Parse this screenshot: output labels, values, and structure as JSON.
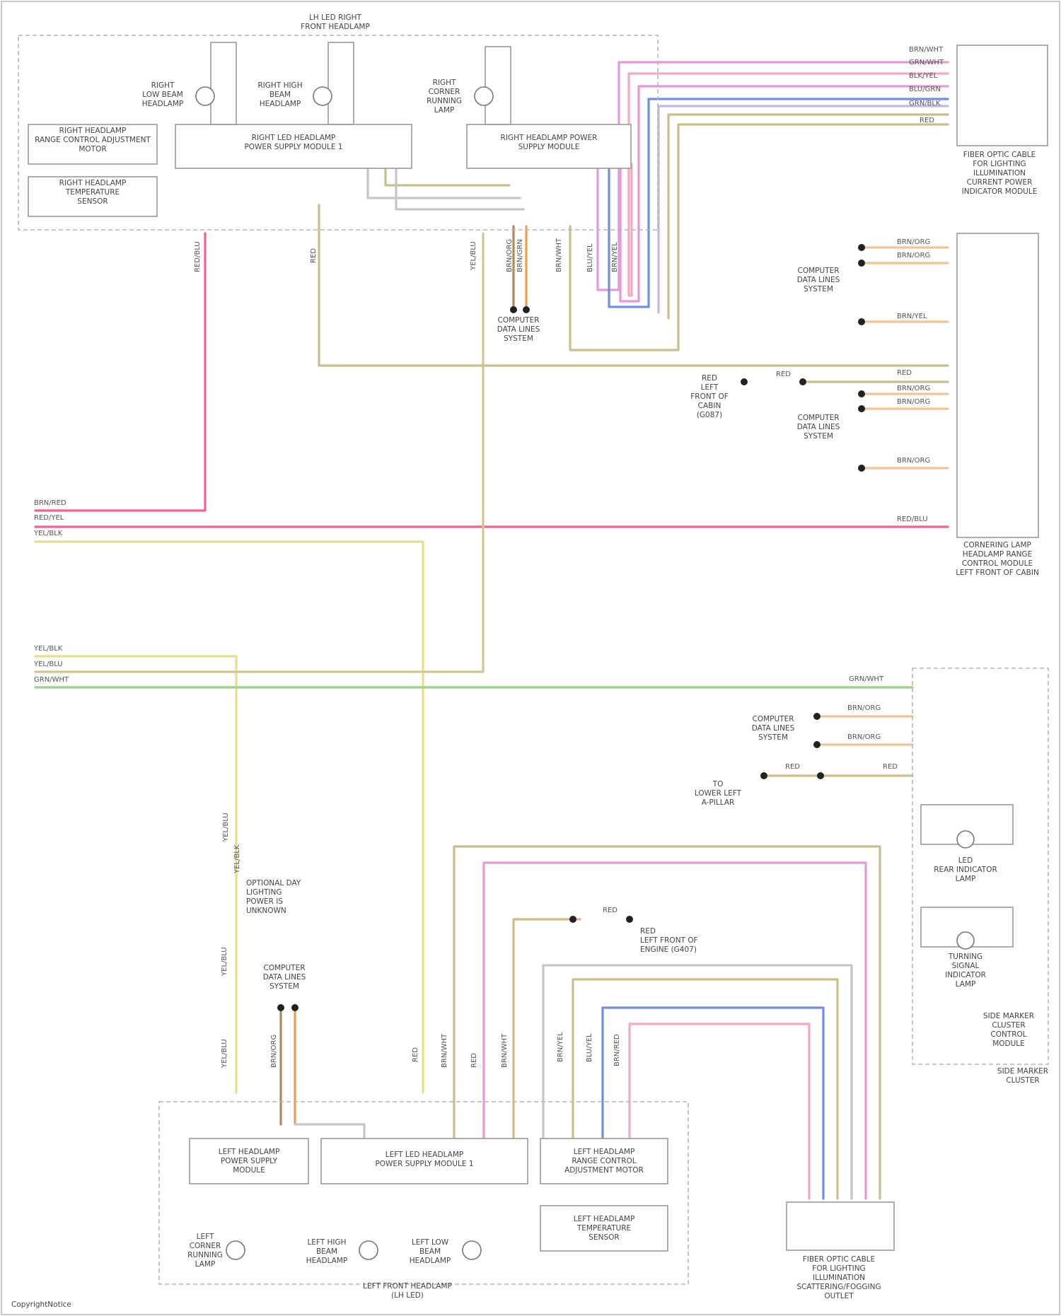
{
  "colors": {
    "pink": "#f06292",
    "violet": "#e59ad7",
    "lavender": "#c9b4e8",
    "blue": "#6f8fe0",
    "tan": "#c8bf8d",
    "yellow": "#e3df8a",
    "green": "#9fd08a",
    "brown": "#b08a5e",
    "orange": "#e6a24c",
    "grey": "#c6c6c6",
    "page": "#ffffff"
  },
  "labels": {
    "top_assembly": "LH LED RIGHT\nFRONT HEADLAMP",
    "r_sm_control": "RIGHT HEADLAMP\nRANGE CONTROL ADJUSTMENT\nMOTOR",
    "r_sm_temp": "RIGHT HEADLAMP\nTEMPERATURE\nSENSOR",
    "r_led_psm": "RIGHT LED HEADLAMP\nPOWER SUPPLY MODULE 1",
    "r_supply": "RIGHT HEADLAMP POWER\nSUPPLY MODULE",
    "r_low": "RIGHT\nLOW BEAM\nHEADLAMP",
    "r_high": "RIGHT HIGH\nBEAM\nHEADLAMP",
    "r_cornering": "RIGHT\nCORNER\nRUNNING\nLAMP",
    "fiber_r": "FIBER OPTIC CABLE\nFOR LIGHTING\nILLUMINATION\nCURRENT POWER\nINDICATOR MODULE",
    "cornering_main": "CORNERING LAMP\nHEADLAMP RANGE\nCONTROL MODULE\nLEFT FRONT OF CABIN",
    "compfix_1": "COMPUTER\nDATA LINES\nSYSTEM",
    "compfix_2": "COMPUTER\nDATA LINES\nSYSTEM",
    "compfix_3": "COMPUTER\nDATA LINES\nSYSTEM",
    "compfix_4": "COMPUTER\nDATA LINES\nSYSTEM",
    "compfix_5": "COMPUTER\nDATA LINES\nSYSTEM",
    "ground_right": "RED\nLEFT\nFRONT OF\nCABIN\n(G087)",
    "ground_lower": "TO\nLOWER LEFT\nA-PILLAR",
    "ground_left": "RED\nLEFT FRONT OF\nENGINE (G407)",
    "optional": "OPTIONAL DAY\nLIGHTING\nPOWER IS\nUNKNOWN",
    "rearlamp_1": "LED\nREAR INDICATOR\nLAMP",
    "rearlamp_2": "TURNING\nSIGNAL\nINDICATOR\nLAMP",
    "rear_module": "SIDE MARKER\nCLUSTER\nCONTROL\nMODULE",
    "rear_assembly": "SIDE MARKER\nCLUSTER",
    "l_supply": "LEFT HEADLAMP\nPOWER SUPPLY\nMODULE",
    "l_led_psm": "LEFT LED HEADLAMP\nPOWER SUPPLY MODULE 1",
    "l_range": "LEFT HEADLAMP\nRANGE CONTROL\nADJUSTMENT MOTOR",
    "l_temp": "LEFT HEADLAMP\nTEMPERATURE\nSENSOR",
    "l_cornering": "LEFT\nCORNER\nRUNNING\nLAMP",
    "l_high": "LEFT HIGH\nBEAM\nHEADLAMP",
    "l_low": "LEFT LOW\nBEAM\nHEADLAMP",
    "l_assembly": "LEFT FRONT HEADLAMP\n(LH LED)",
    "fiber_l": "FIBER OPTIC CABLE\nFOR LIGHTING\nILLUMINATION\nSCATTERING/FOGGING\nOUTLET",
    "footer": "CopyrightNotice"
  },
  "wire_labels": {
    "w1": "BRN/WHT",
    "w2": "GRN/WHT",
    "w3": "BLK/YEL",
    "w4": "BLU/GRN",
    "w5": "GRN/BLK",
    "w6": "RED",
    "w7": "BRN/ORG",
    "w8": "BRN/ORG",
    "w9": "BRN/YEL",
    "w10": "RED",
    "w11": "BRN/ORG",
    "w12": "BRN/ORG",
    "w13": "BRN/ORG",
    "w14": "RED/BLU",
    "w15": "BRN/RED",
    "w16": "RED/YEL",
    "w17": "YEL/BLK",
    "w18": "YEL/BLK",
    "w19": "YEL/BLU",
    "w20": "GRN/WHT",
    "w21": "GRN/WHT",
    "w22": "BRN/ORG",
    "w23": "BRN/ORG",
    "w24": "RED",
    "w25": "RED",
    "w26": "RED",
    "w27": "RED",
    "v1": "RED/BLU",
    "v2": "RED",
    "v3": "YEL/BLU",
    "v4": "BRN/ORG",
    "v5": "BRN/GRN",
    "v6": "BRN/WHT",
    "v7": "BLU/YEL",
    "v8": "BRN/YEL",
    "v9": "YEL/BLU",
    "v10": "YEL/BLK",
    "v11": "YEL/BLU",
    "v12": "BRN/ORG",
    "v13": "YEL/BLU",
    "v14": "RED",
    "v15": "BRN/WHT",
    "v16": "RED",
    "v17": "BRN/WHT",
    "v18": "BRN/YEL",
    "v19": "BLU/YEL",
    "v20": "BRN/RED"
  }
}
